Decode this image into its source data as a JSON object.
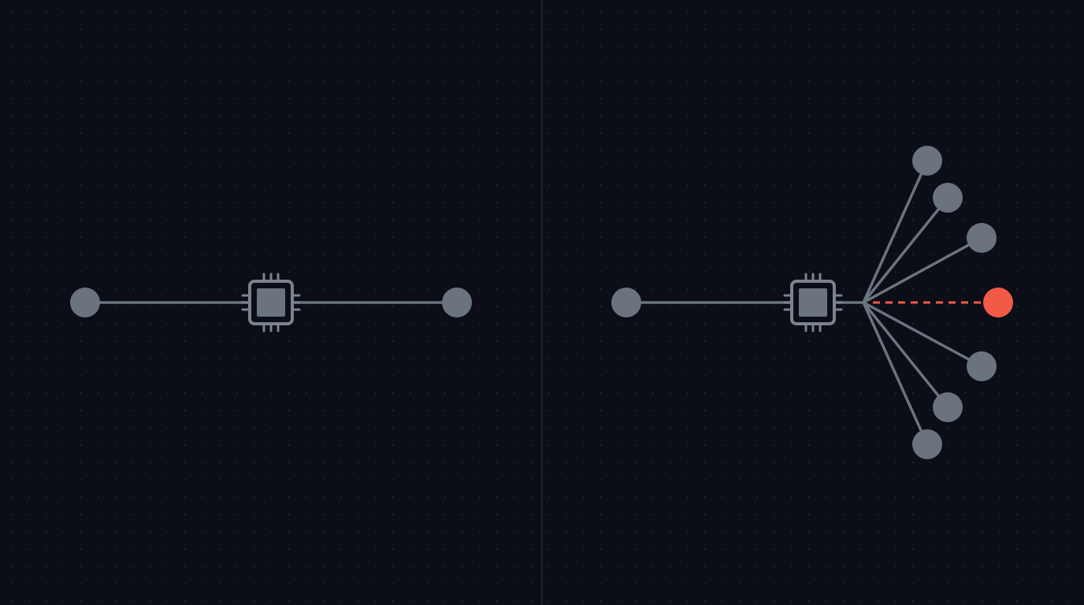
{
  "colors": {
    "background": "#0b0e17",
    "grid_dot": "#3a4150",
    "divider": "#2a2f3b",
    "node": "#6b737e",
    "edge": "#6b737e",
    "chip_fill": "#6b737e",
    "chip_outline": "#7b838e",
    "chip_inner_bg": "#0b0e17",
    "alert_node": "#f05a47",
    "alert_edge": "#f05a47"
  },
  "panels": [
    {
      "name": "left-panel",
      "topology": "linear",
      "nodes": [
        "input-node",
        "processor-chip",
        "output-node"
      ],
      "connections": [
        {
          "from": "input-node",
          "to": "processor-chip",
          "style": "solid"
        },
        {
          "from": "processor-chip",
          "to": "output-node",
          "style": "solid"
        }
      ]
    },
    {
      "name": "right-panel",
      "topology": "fan-out",
      "nodes": [
        "input-node",
        "processor-chip",
        "output-node-1",
        "output-node-2",
        "output-node-3",
        "alert-node",
        "output-node-4",
        "output-node-5",
        "output-node-6"
      ],
      "connections": [
        {
          "from": "input-node",
          "to": "processor-chip",
          "style": "solid"
        },
        {
          "from": "processor-chip",
          "to": "output-node-1",
          "style": "solid"
        },
        {
          "from": "processor-chip",
          "to": "output-node-2",
          "style": "solid"
        },
        {
          "from": "processor-chip",
          "to": "output-node-3",
          "style": "solid"
        },
        {
          "from": "processor-chip",
          "to": "alert-node",
          "style": "dashed",
          "highlight": "alert"
        },
        {
          "from": "processor-chip",
          "to": "output-node-4",
          "style": "solid"
        },
        {
          "from": "processor-chip",
          "to": "output-node-5",
          "style": "solid"
        },
        {
          "from": "processor-chip",
          "to": "output-node-6",
          "style": "solid"
        }
      ]
    }
  ]
}
